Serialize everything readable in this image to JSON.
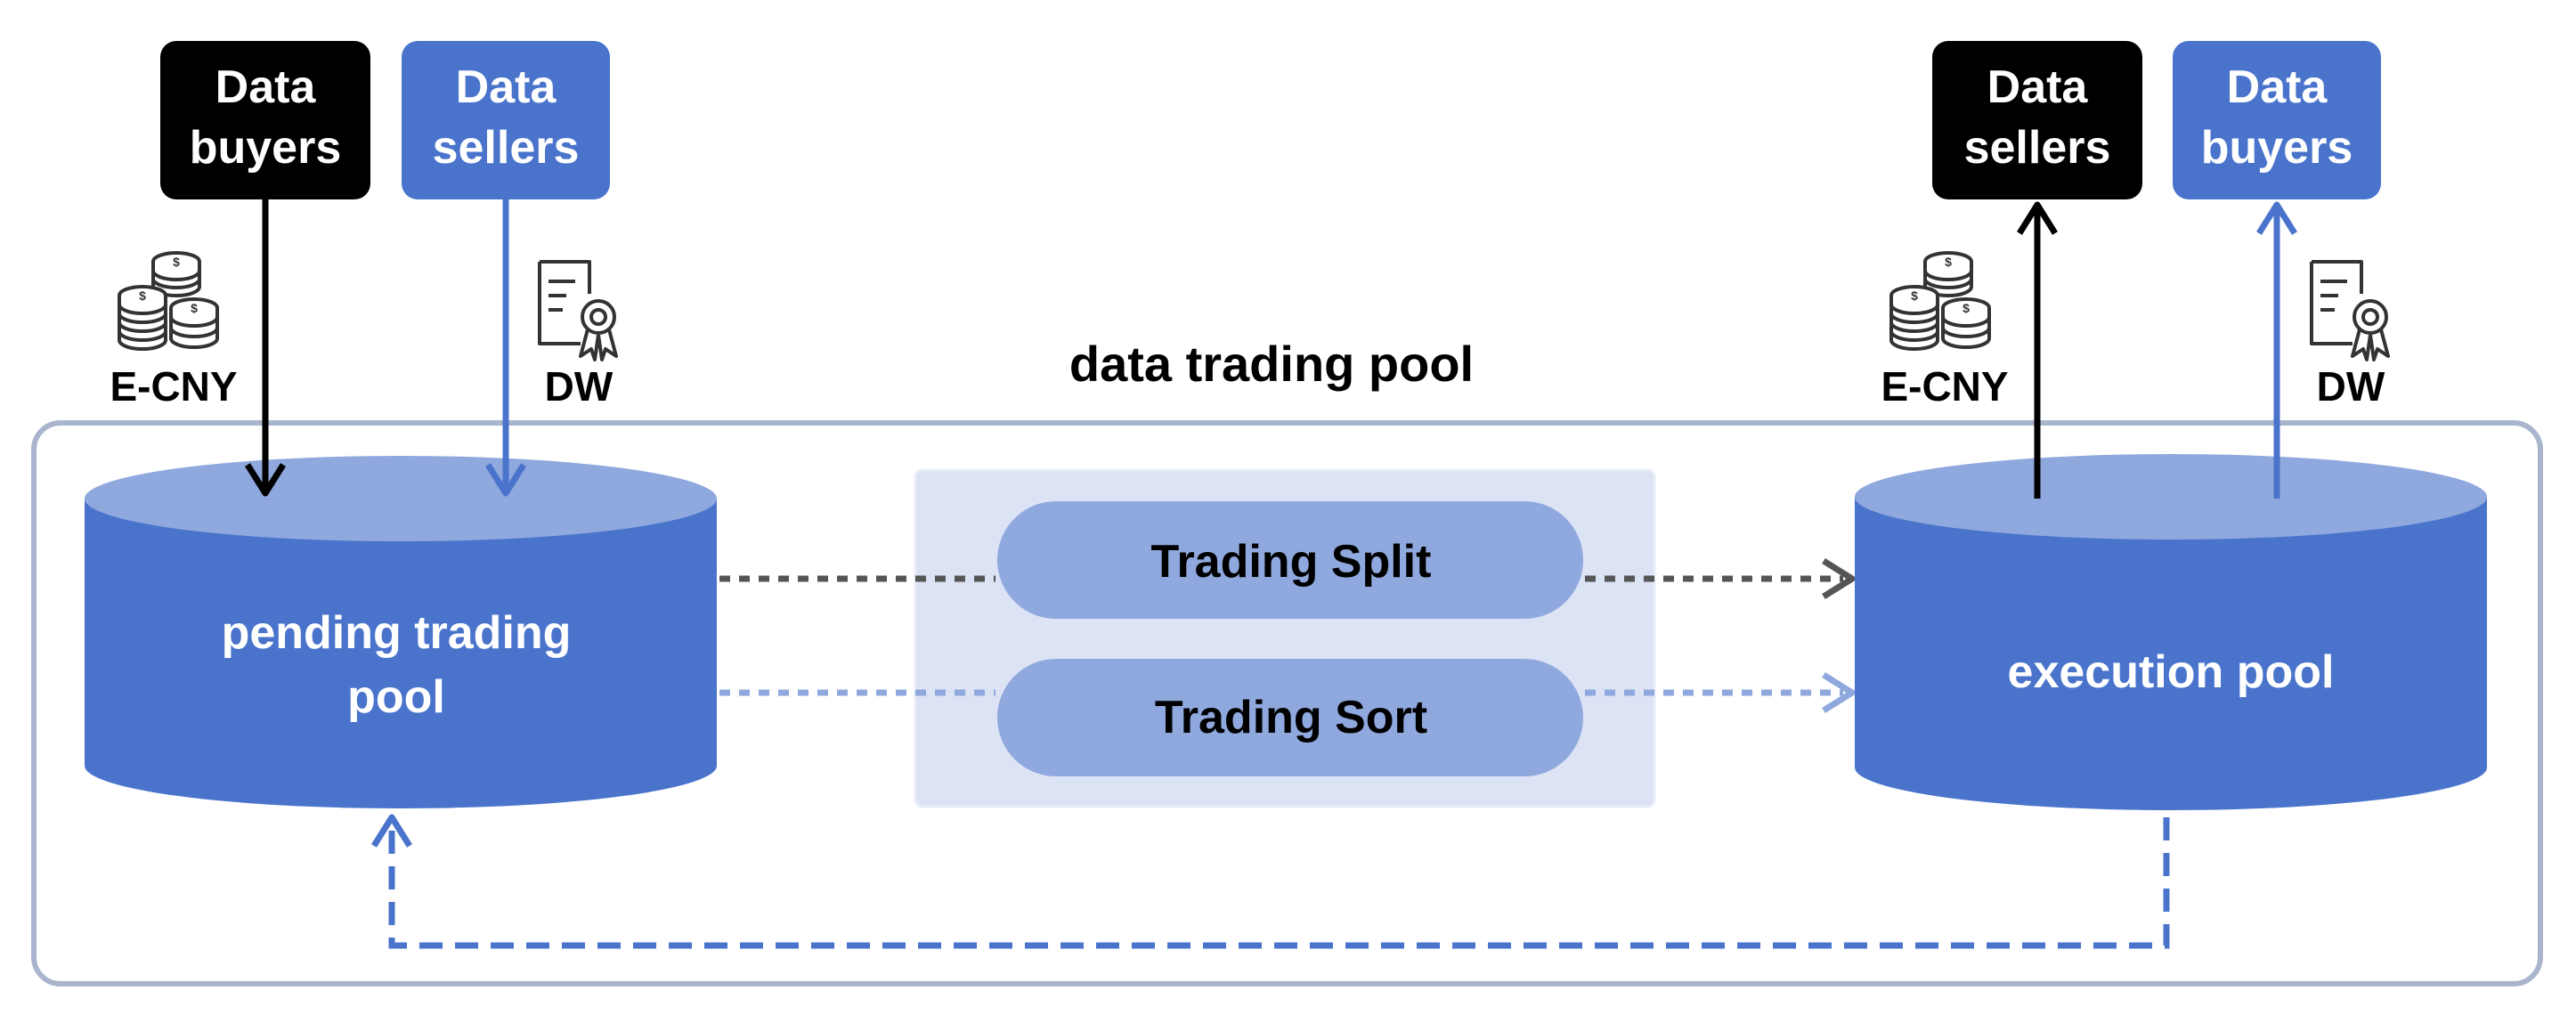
{
  "title": "data trading pool",
  "left_group": {
    "buyers_label": [
      "Data",
      "buyers"
    ],
    "sellers_label": [
      "Data",
      "sellers"
    ],
    "currency_label": "E-CNY",
    "warrant_label": "DW",
    "currency_icon": "coins-stack-icon",
    "warrant_icon": "certificate-document-icon"
  },
  "right_group": {
    "sellers_label": [
      "Data",
      "sellers"
    ],
    "buyers_label": [
      "Data",
      "buyers"
    ],
    "currency_label": "E-CNY",
    "warrant_label": "DW",
    "currency_icon": "coins-stack-icon",
    "warrant_icon": "certificate-document-icon"
  },
  "pending_pool": {
    "label": [
      "pending trading",
      "pool"
    ]
  },
  "execution_pool": {
    "label": "execution pool"
  },
  "processes": {
    "split": "Trading Split",
    "sort": "Trading Sort"
  },
  "colors": {
    "black_box": "#000000",
    "blue_box": "#4A74CC",
    "cylinder_body": "#4A74CC",
    "cylinder_top": "#8FA8DD",
    "pill": "#8FA8DD",
    "process_panel": "#DCE3F5",
    "pool_border": "#A8B5CC",
    "dark_arrow": "#555555",
    "light_arrow": "#8FA8DD"
  }
}
